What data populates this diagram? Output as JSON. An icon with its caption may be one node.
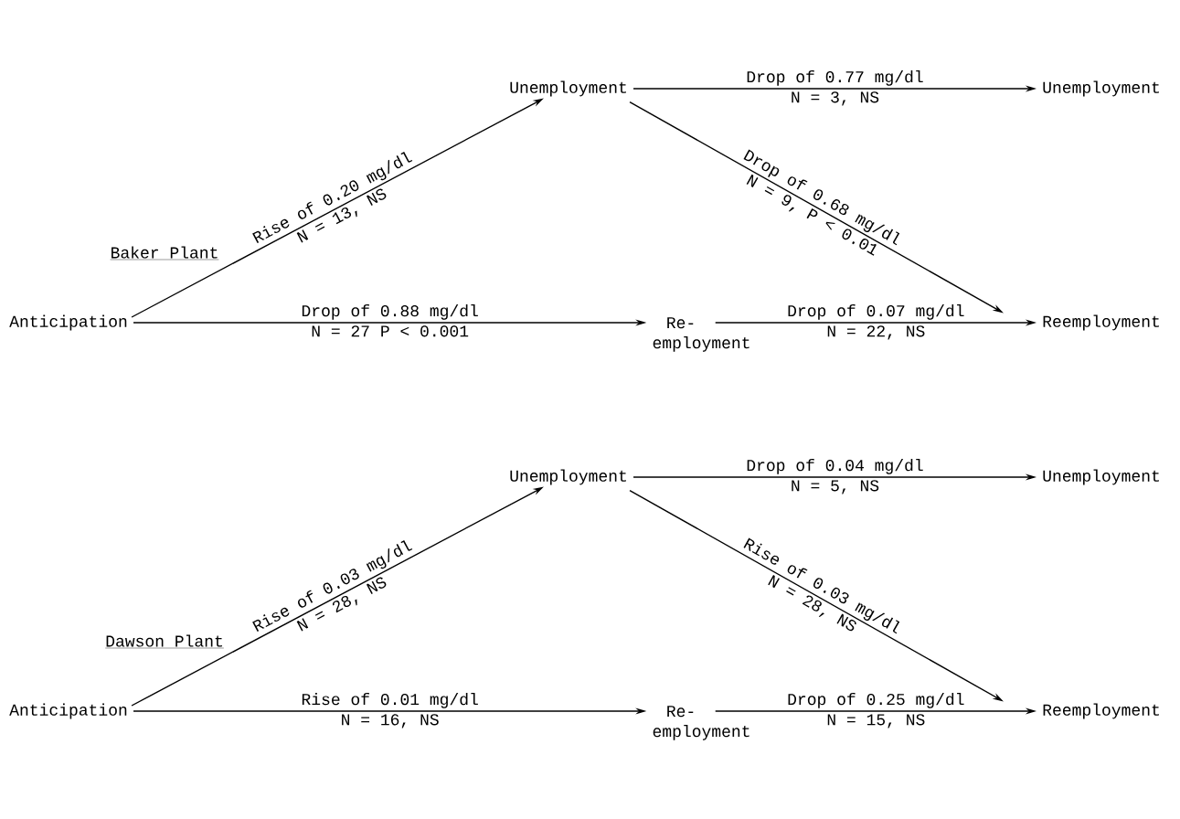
{
  "diagram": {
    "nodes": [
      {
        "text": [
          "Anticipation"
        ]
      },
      {
        "text": [
          "Unemployment"
        ]
      },
      {
        "text": [
          "Unemployment"
        ]
      },
      {
        "text": [
          "Re- employment"
        ]
      },
      {
        "text": [
          "Reemployment"
        ]
      },
      {
        "text": [
          "Anticipation"
        ]
      },
      {
        "text": [
          "Unemployment"
        ]
      },
      {
        "text": [
          "Unemployment"
        ]
      },
      {
        "text": [
          "Re- employment"
        ]
      },
      {
        "text": [
          "Reemployment"
        ]
      }
    ],
    "edges": [
      {
        "from": 0,
        "to": 1,
        "arrow": "to",
        "label": [
          "Rise of 0.20 mg/dl",
          "N = 13, NS"
        ]
      },
      {
        "from": 0,
        "to": 3,
        "arrow": "to",
        "label": [
          "Drop of 0.88 mg/dl",
          "N = 27  P < 0.001"
        ]
      },
      {
        "from": 1,
        "to": 2,
        "arrow": "to",
        "label": [
          "Drop of 0.77 mg/dl",
          "N = 3,  NS"
        ]
      },
      {
        "from": 1,
        "to": 4,
        "arrow": "to",
        "label": [
          "Drop of 0.68 mg/dl",
          "N = 9,  P < 0.01"
        ]
      },
      {
        "from": 3,
        "to": 4,
        "arrow": "to",
        "label": [
          "Drop of 0.07 mg/dl",
          "N = 22, NS"
        ]
      },
      {
        "from": 5,
        "to": 6,
        "arrow": "to",
        "label": [
          "Rise of 0.03 mg/dl",
          "N = 28, NS"
        ]
      },
      {
        "from": 5,
        "to": 8,
        "arrow": "to",
        "label": [
          "Rise of 0.01 mg/dl",
          "N = 16, NS"
        ]
      },
      {
        "from": 6,
        "to": 7,
        "arrow": "to",
        "label": [
          "Drop of 0.04 mg/dl",
          "N = 5,  NS"
        ]
      },
      {
        "from": 6,
        "to": 9,
        "arrow": "to",
        "label": [
          "Rise of 0.03 mg/dl",
          "N = 28, NS"
        ]
      },
      {
        "from": 8,
        "to": 9,
        "arrow": "to",
        "label": [
          "Drop of 0.25 mg/dl",
          "N = 15, NS"
        ]
      }
    ],
    "labels": [
      "Baker Plant",
      "Dawson Plant"
    ]
  }
}
